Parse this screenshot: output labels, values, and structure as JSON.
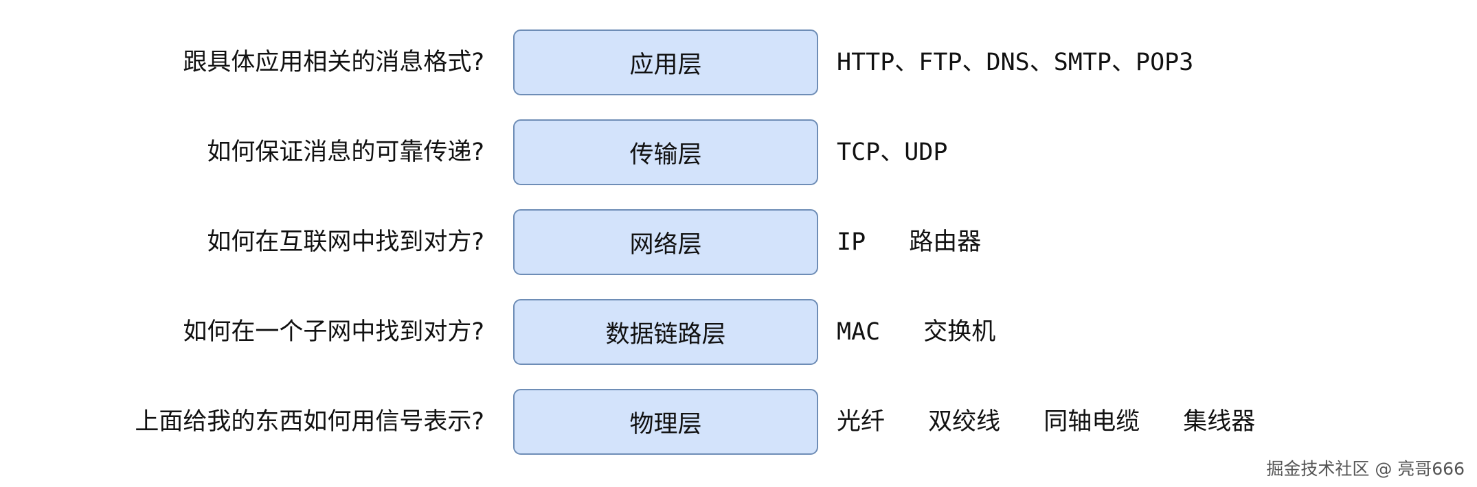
{
  "layers": [
    {
      "question": "跟具体应用相关的消息格式?",
      "name": "应用层",
      "protocols": [
        "HTTP、FTP、DNS、SMTP、POP3"
      ]
    },
    {
      "question": "如何保证消息的可靠传递?",
      "name": "传输层",
      "protocols": [
        "TCP、UDP"
      ]
    },
    {
      "question": "如何在互联网中找到对方?",
      "name": "网络层",
      "protocols": [
        "IP",
        "路由器"
      ]
    },
    {
      "question": "如何在一个子网中找到对方?",
      "name": "数据链路层",
      "protocols": [
        "MAC",
        "交换机"
      ]
    },
    {
      "question": "上面给我的东西如何用信号表示?",
      "name": "物理层",
      "protocols": [
        "光纤",
        "双绞线",
        "同轴电缆",
        "集线器"
      ]
    }
  ],
  "watermark": "掘金技术社区 @ 亮哥666"
}
